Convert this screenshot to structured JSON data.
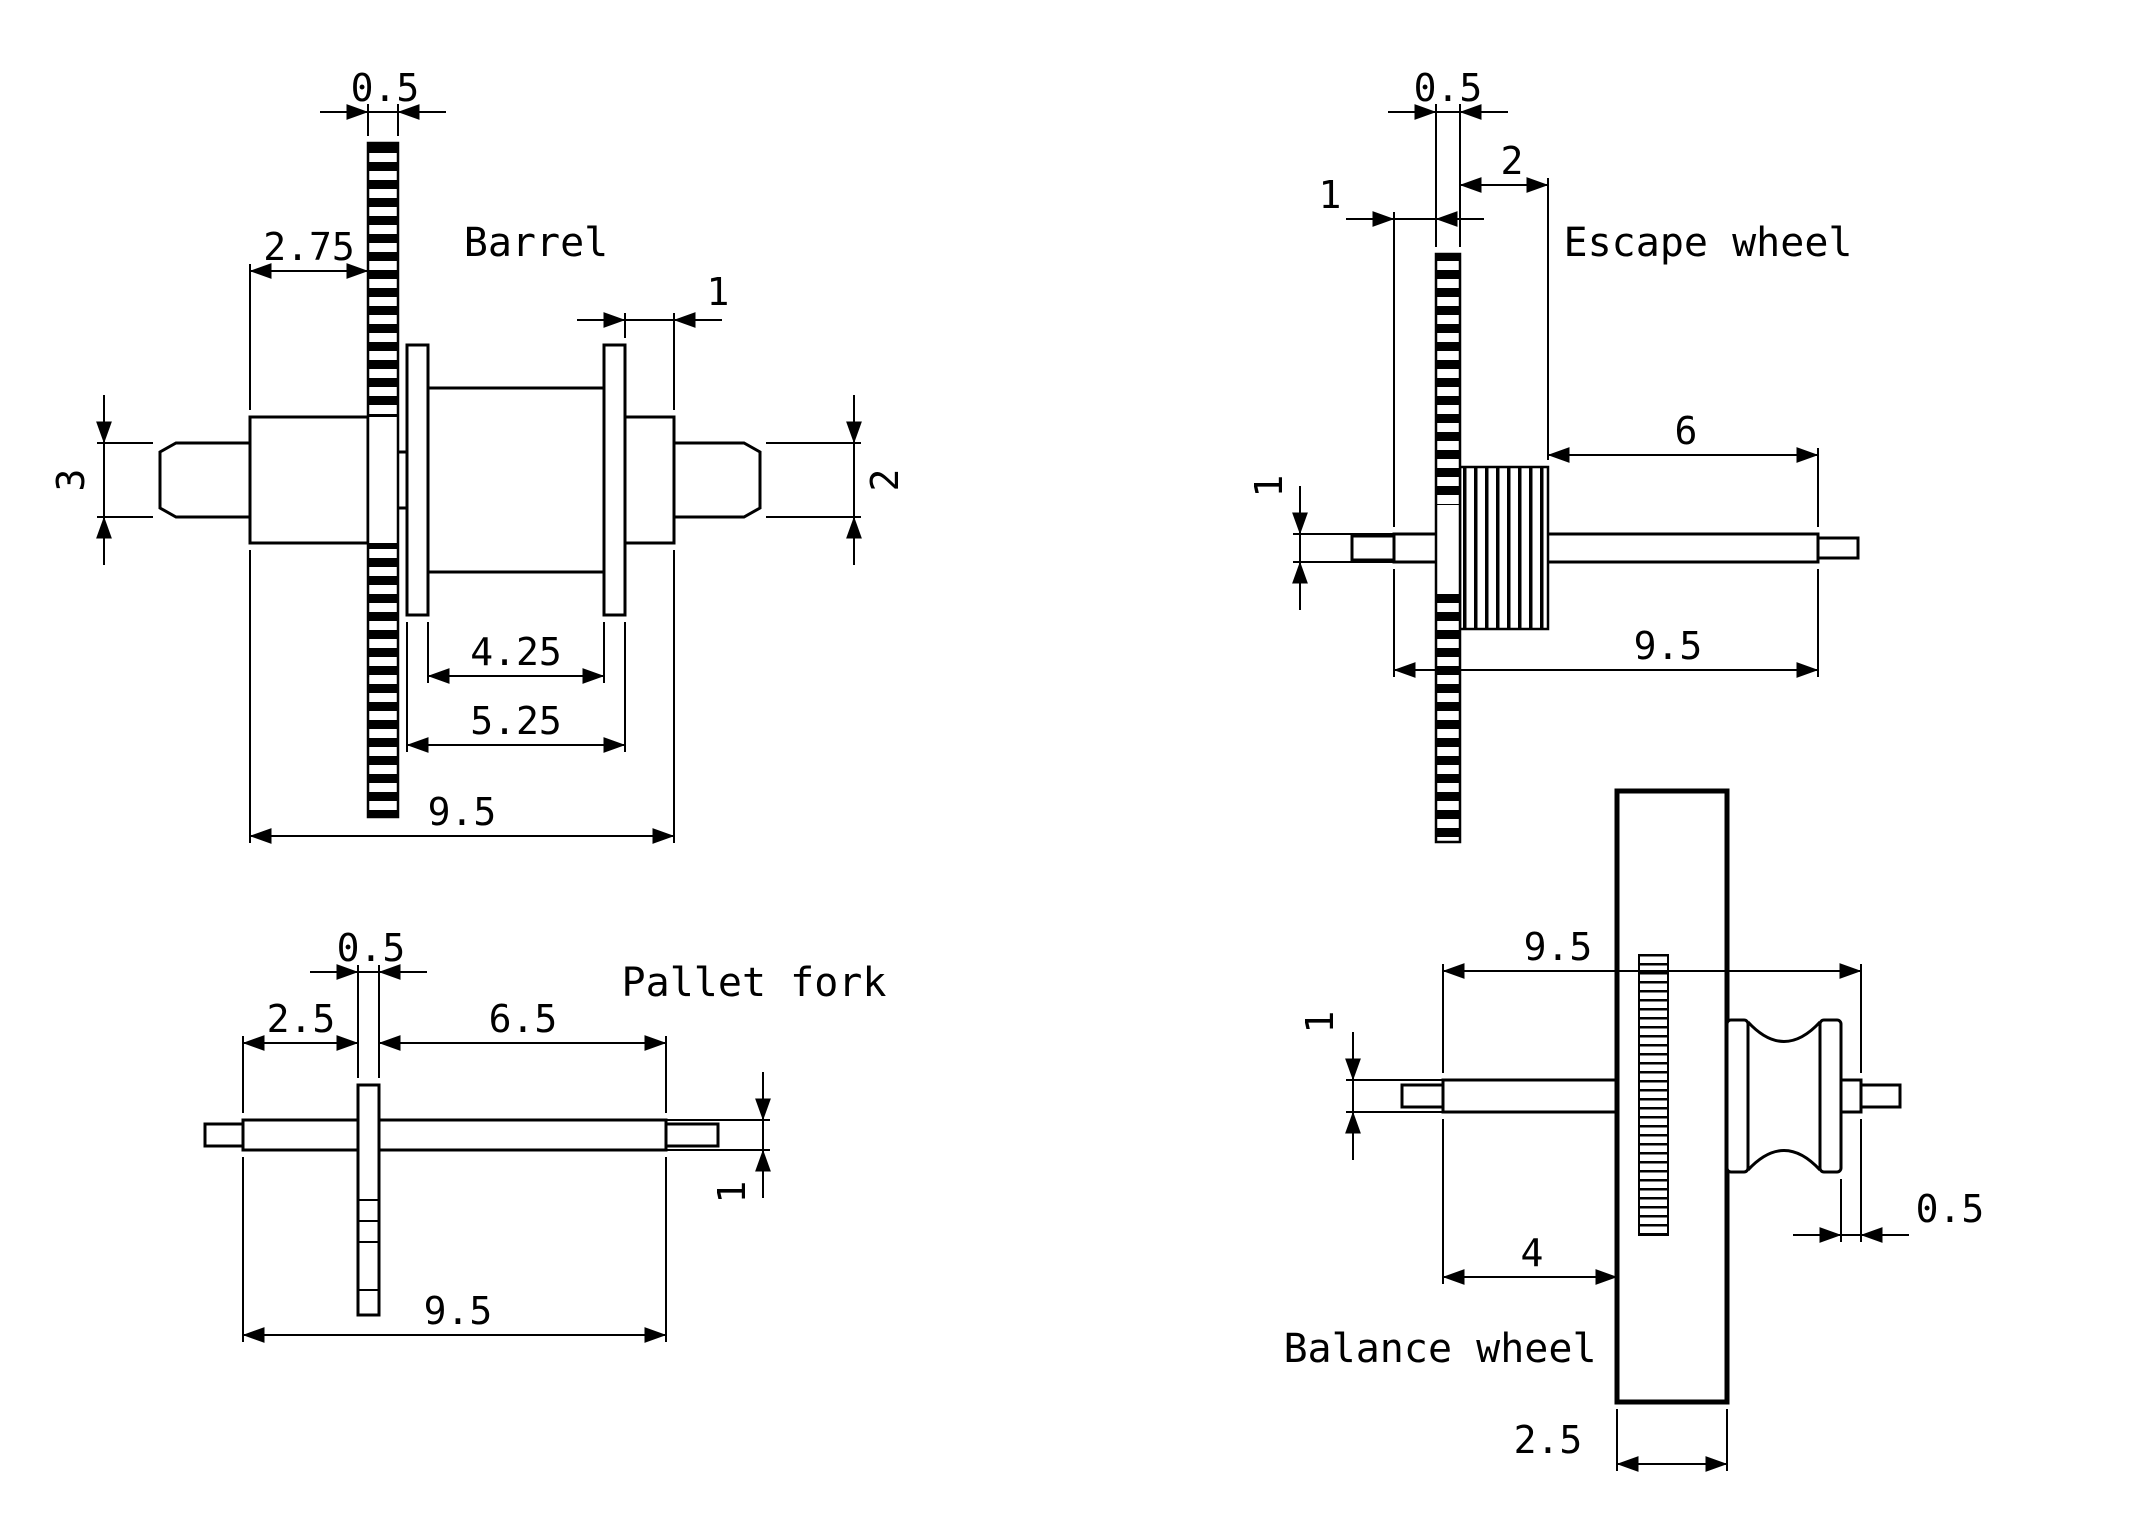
{
  "page": {
    "background": "#ffffff",
    "line_color": "#000000"
  },
  "components": {
    "barrel": {
      "title": "Barrel",
      "dims": {
        "gear_width": "0.5",
        "hub_length": "2.75",
        "collar_width": "1",
        "left_pivot_diameter": "3",
        "right_pivot_diameter": "2",
        "drum_inner_length": "4.25",
        "drum_outer_length": "5.25",
        "total_length": "9.5"
      }
    },
    "escape_wheel": {
      "title": "Escape wheel",
      "dims": {
        "wheel_width": "0.5",
        "pinion_width": "2",
        "pivot_to_wheel": "1",
        "shaft_diameter": "1",
        "stem_length": "6",
        "total_length": "9.5"
      }
    },
    "pallet_fork": {
      "title": "Pallet fork",
      "dims": {
        "arm_width": "0.5",
        "left_length": "2.5",
        "right_length": "6.5",
        "shaft_diameter": "1",
        "total_length": "9.5"
      }
    },
    "balance_wheel": {
      "title": "Balance wheel",
      "dims": {
        "total_length": "9.5",
        "shaft_diameter": "1",
        "hub_to_rim": "4",
        "tip_length": "0.5",
        "rim_width": "2.5"
      }
    }
  }
}
